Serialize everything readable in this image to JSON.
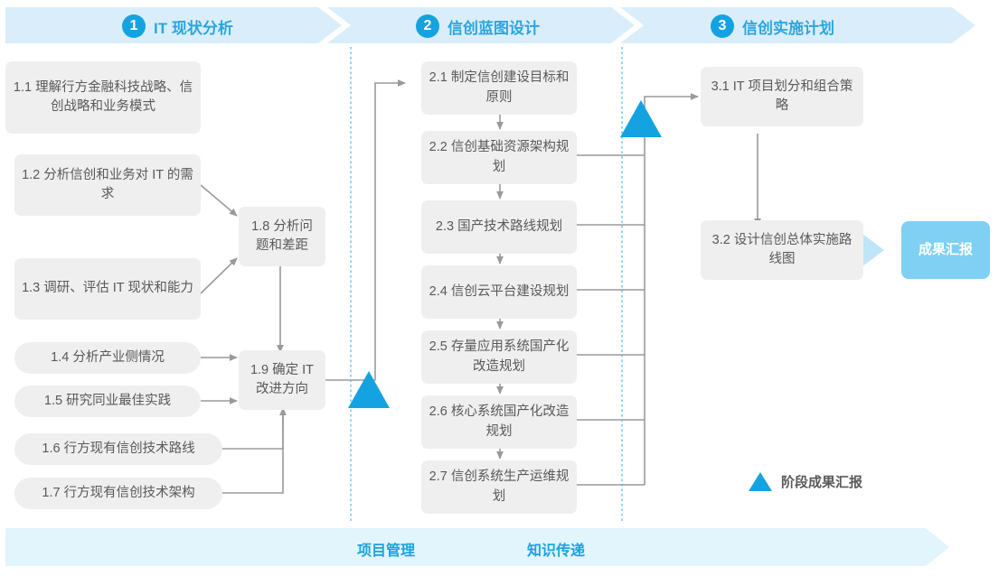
{
  "header": {
    "phases": [
      {
        "num": "1",
        "label": "IT 现状分析"
      },
      {
        "num": "2",
        "label": "信创蓝图设计"
      },
      {
        "num": "3",
        "label": "信创实施计划"
      }
    ]
  },
  "phase1_nodes": [
    {
      "id": "1.1",
      "label": "1.1 理解行方金融科技战略、信创战略和业务模式"
    },
    {
      "id": "1.2",
      "label": "1.2 分析信创和业务对 IT 的需求"
    },
    {
      "id": "1.3",
      "label": "1.3 调研、评估 IT 现状和能力"
    },
    {
      "id": "1.4",
      "label": "1.4 分析产业侧情况"
    },
    {
      "id": "1.5",
      "label": "1.5 研究同业最佳实践"
    },
    {
      "id": "1.6",
      "label": "1.6 行方现有信创技术路线"
    },
    {
      "id": "1.7",
      "label": "1.7 行方现有信创技术架构"
    },
    {
      "id": "1.8",
      "label": "1.8 分析问题和差距"
    },
    {
      "id": "1.9",
      "label": "1.9 确定 IT 改进方向"
    }
  ],
  "phase2_nodes": [
    {
      "id": "2.1",
      "label": "2.1 制定信创建设目标和原则"
    },
    {
      "id": "2.2",
      "label": "2.2 信创基础资源架构规划"
    },
    {
      "id": "2.3",
      "label": "2.3 国产技术路线规划"
    },
    {
      "id": "2.4",
      "label": "2.4 信创云平台建设规划"
    },
    {
      "id": "2.5",
      "label": "2.5 存量应用系统国产化改造规划"
    },
    {
      "id": "2.6",
      "label": "2.6 核心系统国产化改造规划"
    },
    {
      "id": "2.7",
      "label": "2.7 信创系统生产运维规划"
    }
  ],
  "phase3_nodes": [
    {
      "id": "3.1",
      "label": "3.1 IT 项目划分和组合策略"
    },
    {
      "id": "3.2",
      "label": "3.2 设计信创总体实施路线图"
    }
  ],
  "result": {
    "label": "成果汇报"
  },
  "legend": {
    "label": "阶段成果汇报"
  },
  "bottom": {
    "labels": [
      "项目管理",
      "知识传递"
    ]
  },
  "colors": {
    "accent": "#14a3e0",
    "header_band": "#d9eefa",
    "bottom_band": "#e2f4fc",
    "node_fill": "#efefef",
    "node_text": "#595959",
    "result_fill": "#7fd0f2",
    "connector": "#9a9a9a",
    "divider": "#5bc5ec"
  }
}
